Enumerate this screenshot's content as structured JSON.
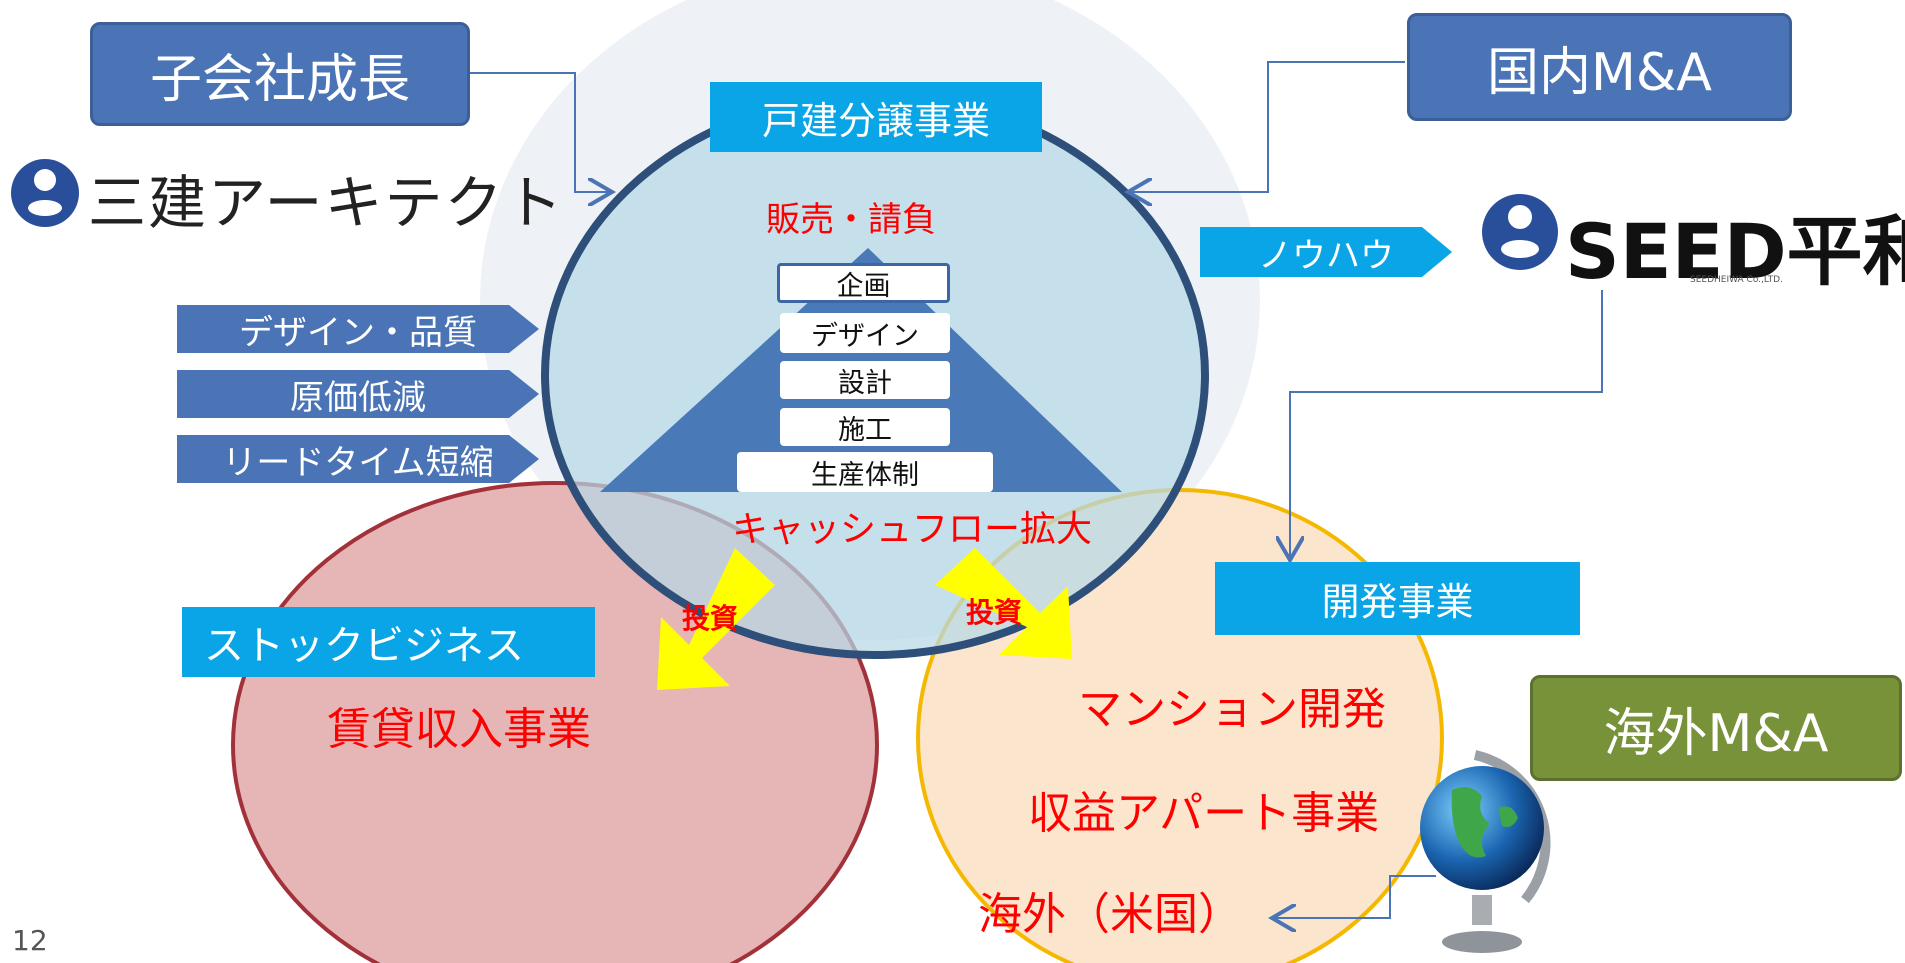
{
  "top_left_box": "子会社成長",
  "top_right_box": "国内M&A",
  "sanken_logo": "三建アーキテクト",
  "seed_logo": "SEED平和",
  "seed_sub": "SEEDHEIWA Co.,LTD.",
  "main_circle": {
    "label": "戸建分譲事業",
    "top_text": "販売・請負",
    "bottom_text": "キャッシュフロー拡大",
    "layers": [
      "企画",
      "デザイン",
      "設計",
      "施工",
      "生産体制"
    ]
  },
  "left_tags": [
    "デザイン・品質",
    "原価低減",
    "リードタイム短縮"
  ],
  "knowhow_tag": "ノウハウ",
  "invest_left": "投資",
  "invest_right": "投資",
  "stock": {
    "label": "ストックビジネス",
    "item": "賃貸収入事業"
  },
  "develop": {
    "label": "開発事業",
    "items": [
      "マンション開発",
      "収益アパート事業",
      "海外（米国）"
    ]
  },
  "overseas_box": "海外M&A",
  "page_number": "12",
  "colors": {
    "blue": "#4a74b5",
    "cyan": "#0aa5e6",
    "green": "#78923a",
    "red": "#ff0000",
    "yellow": "#ffff00"
  }
}
